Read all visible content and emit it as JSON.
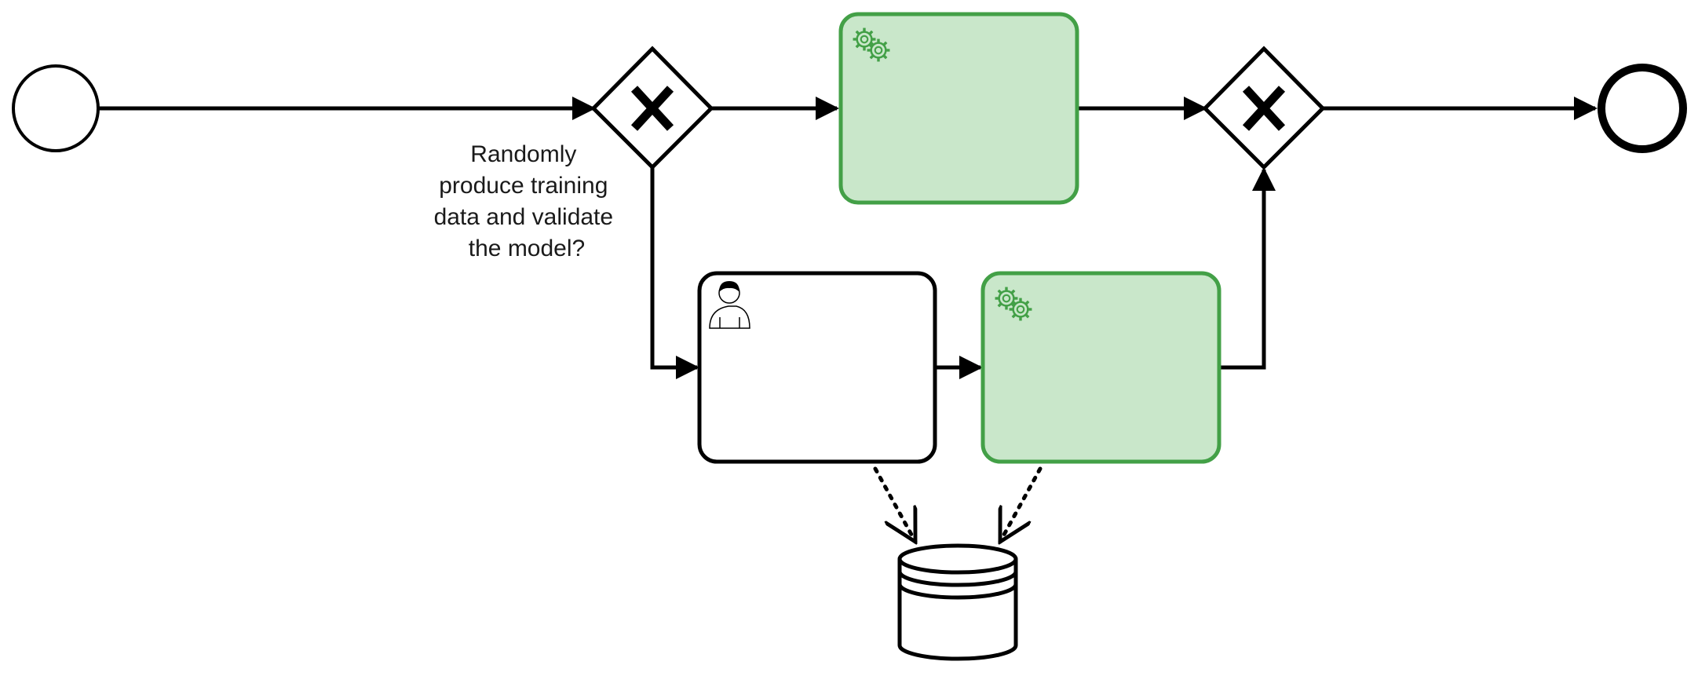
{
  "diagram": {
    "type": "bpmn-process",
    "gateway_question": {
      "lines": [
        "Randomly",
        "produce training",
        "data and validate",
        "the model?"
      ]
    },
    "colors": {
      "stroke": "#000000",
      "service_task_fill": "#c9e7ca",
      "service_task_stroke": "#43a047",
      "label_text": "#1a1a1a"
    },
    "nodes": [
      {
        "id": "start-event",
        "kind": "start-event"
      },
      {
        "id": "split-gateway",
        "kind": "exclusive-gateway"
      },
      {
        "id": "service-task-top",
        "kind": "service-task",
        "icon": "gears-icon"
      },
      {
        "id": "user-task",
        "kind": "user-task",
        "icon": "user-icon"
      },
      {
        "id": "service-task-bottom",
        "kind": "service-task",
        "icon": "gears-icon"
      },
      {
        "id": "merge-gateway",
        "kind": "exclusive-gateway"
      },
      {
        "id": "end-event",
        "kind": "end-event"
      },
      {
        "id": "data-store",
        "kind": "data-store",
        "icon": "database-icon"
      }
    ],
    "flows": [
      {
        "from": "start-event",
        "to": "split-gateway",
        "kind": "sequence"
      },
      {
        "from": "split-gateway",
        "to": "service-task-top",
        "kind": "sequence"
      },
      {
        "from": "split-gateway",
        "to": "user-task",
        "kind": "sequence"
      },
      {
        "from": "user-task",
        "to": "service-task-bottom",
        "kind": "sequence"
      },
      {
        "from": "service-task-top",
        "to": "merge-gateway",
        "kind": "sequence"
      },
      {
        "from": "service-task-bottom",
        "to": "merge-gateway",
        "kind": "sequence"
      },
      {
        "from": "merge-gateway",
        "to": "end-event",
        "kind": "sequence"
      },
      {
        "from": "user-task",
        "to": "data-store",
        "kind": "data-association"
      },
      {
        "from": "service-task-bottom",
        "to": "data-store",
        "kind": "data-association"
      }
    ]
  }
}
